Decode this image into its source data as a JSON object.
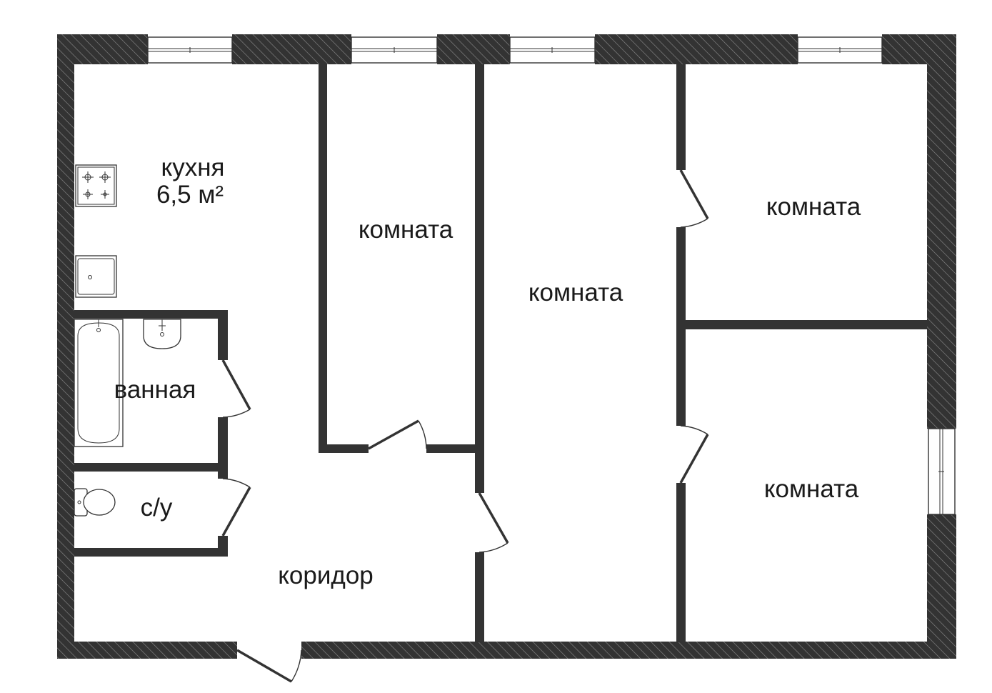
{
  "rooms": {
    "kitchen": {
      "name": "кухня",
      "area": "6,5 м²"
    },
    "room_1": {
      "name": "комната"
    },
    "room_2": {
      "name": "комната"
    },
    "room_3": {
      "name": "комната"
    },
    "room_4": {
      "name": "комната"
    },
    "bathroom": {
      "name": "ванная"
    },
    "toilet": {
      "name": "с/у"
    },
    "corridor": {
      "name": "коридор"
    }
  },
  "colors": {
    "wall": "#333333",
    "hatch": "#8c8c8c",
    "background": "#ffffff"
  }
}
